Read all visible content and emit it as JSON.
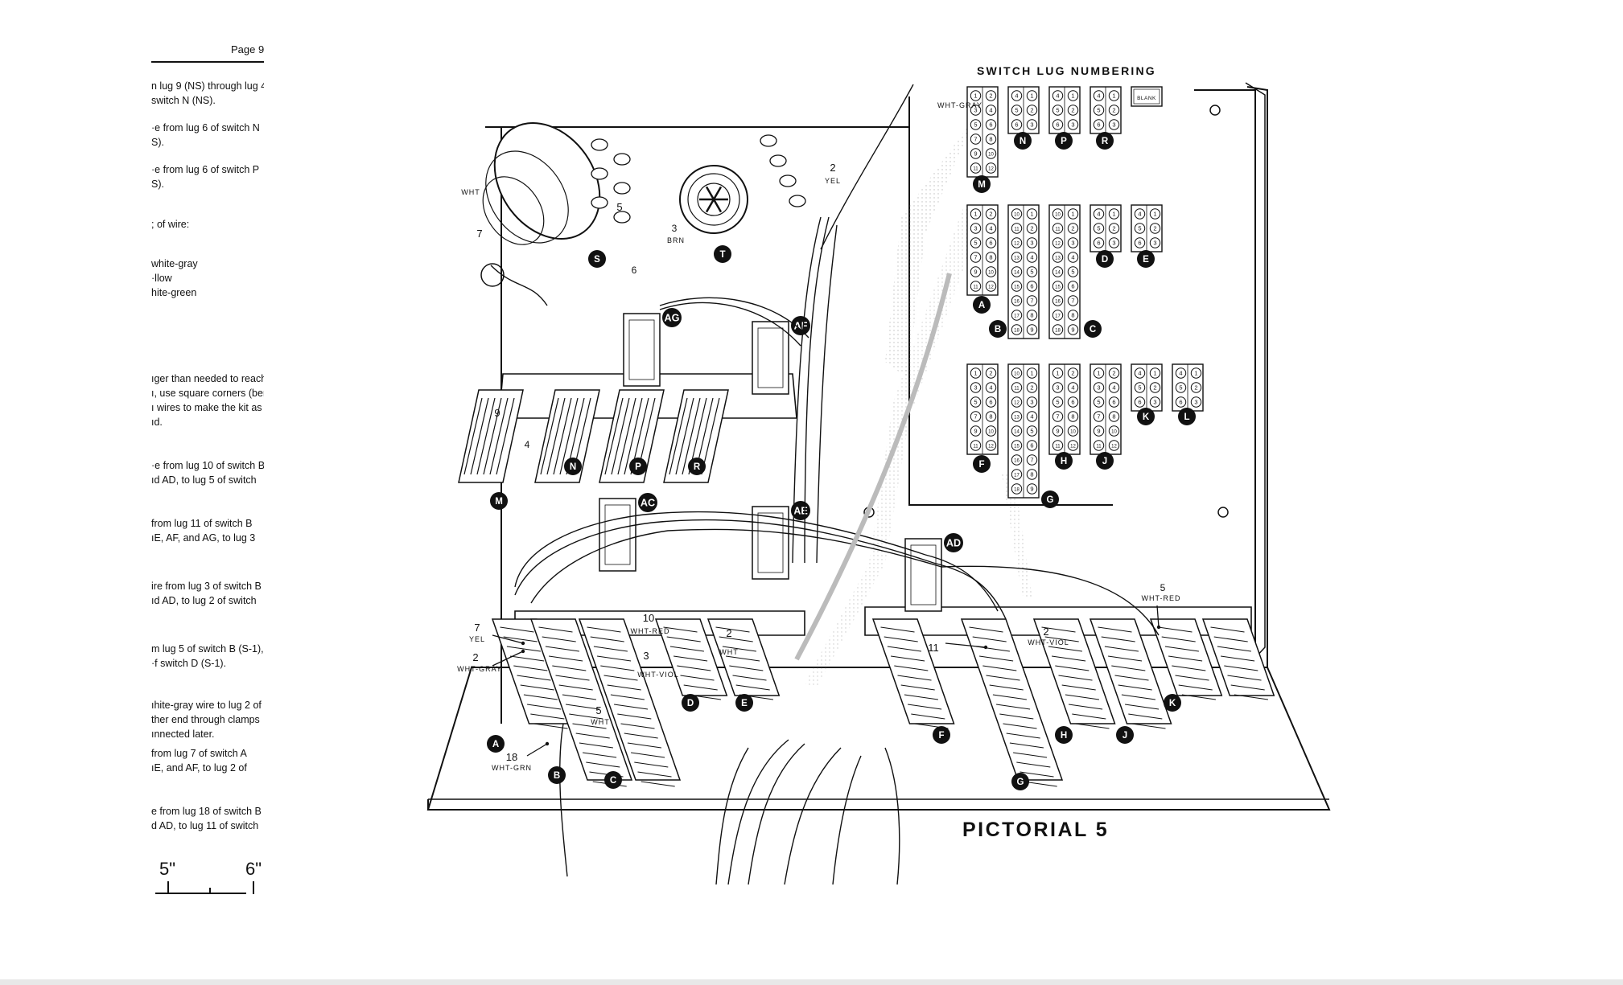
{
  "header": {
    "page_label": "Page 9"
  },
  "left_text": [
    {
      "id": "p1",
      "lines": [
        "n lug 9 (NS) through lug 4",
        "switch N (NS)."
      ]
    },
    {
      "id": "p2",
      "lines": [
        "·e from lug 6 of switch N",
        "S)."
      ]
    },
    {
      "id": "p3",
      "lines": [
        "·e from lug 6 of switch P",
        "S)."
      ]
    },
    {
      "id": "p4",
      "lines": [
        "; of wire:"
      ]
    },
    {
      "id": "p5",
      "lines": [
        "white-gray",
        "·llow",
        "hite-green"
      ]
    },
    {
      "id": "p6",
      "lines": [
        "ıger than needed to reach",
        "ı, use square corners (bent",
        "ı wires to make the kit as",
        "ıd."
      ]
    },
    {
      "id": "p7",
      "lines": [
        "·e from lug 10 of switch B",
        "ıd AD, to lug 5 of switch"
      ]
    },
    {
      "id": "p8",
      "lines": [
        "from lug 11 of switch B",
        "ıE, AF, and AG, to lug 3"
      ]
    },
    {
      "id": "p9",
      "lines": [
        "ire from lug 3 of switch B",
        "ıd AD, to lug 2 of switch"
      ]
    },
    {
      "id": "p10",
      "lines": [
        "m lug 5 of switch B (S-1),",
        "·f switch D (S-1)."
      ]
    },
    {
      "id": "p11",
      "lines": [
        "ıhite-gray wire to lug 2 of",
        "ther end through clamps",
        "ınnected later."
      ]
    },
    {
      "id": "p12",
      "lines": [
        "from lug 7 of switch A",
        "ıE, and AF, to lug 2 of"
      ]
    },
    {
      "id": "p13",
      "lines": [
        "e from lug 18 of switch B",
        "d AD, to lug 11 of switch"
      ]
    }
  ],
  "ruler": {
    "left_label": "5\"",
    "right_label": "6\""
  },
  "figure": {
    "lug_title": "SWITCH LUG NUMBERING",
    "caption": "PICTORIAL 5",
    "blank_label": "BLANK",
    "lug_groups": [
      {
        "letter": "M",
        "cols": [
          [
            "1",
            "3",
            "5",
            "7",
            "9",
            "11"
          ],
          [
            "2",
            "4",
            "6",
            "8",
            "10",
            "12"
          ]
        ]
      },
      {
        "letter": "N",
        "cols": [
          [
            "4",
            "5",
            "6"
          ],
          [
            "1",
            "2",
            "3"
          ]
        ]
      },
      {
        "letter": "P",
        "cols": [
          [
            "4",
            "5",
            "6"
          ],
          [
            "1",
            "2",
            "3"
          ]
        ]
      },
      {
        "letter": "R",
        "cols": [
          [
            "4",
            "5",
            "6"
          ],
          [
            "1",
            "2",
            "3"
          ]
        ]
      },
      {
        "letter": "A",
        "cols": [
          [
            "1",
            "3",
            "5",
            "7",
            "9",
            "11"
          ],
          [
            "2",
            "4",
            "6",
            "8",
            "10",
            "12"
          ]
        ]
      },
      {
        "letter": "B",
        "cols": [
          [
            "10",
            "11",
            "12",
            "13",
            "14",
            "15",
            "16",
            "17",
            "18"
          ],
          [
            "1",
            "2",
            "3",
            "4",
            "5",
            "6",
            "7",
            "8",
            "9"
          ]
        ]
      },
      {
        "letter": "C",
        "cols": [
          [
            "10",
            "11",
            "12",
            "13",
            "14",
            "15",
            "16",
            "17",
            "18"
          ],
          [
            "1",
            "2",
            "3",
            "4",
            "5",
            "6",
            "7",
            "8",
            "9"
          ]
        ]
      },
      {
        "letter": "D",
        "cols": [
          [
            "4",
            "5",
            "6"
          ],
          [
            "1",
            "2",
            "3"
          ]
        ]
      },
      {
        "letter": "E",
        "cols": [
          [
            "4",
            "5",
            "6"
          ],
          [
            "1",
            "2",
            "3"
          ]
        ]
      },
      {
        "letter": "F",
        "cols": [
          [
            "1",
            "3",
            "5",
            "7",
            "9",
            "11"
          ],
          [
            "2",
            "4",
            "6",
            "8",
            "10",
            "12"
          ]
        ]
      },
      {
        "letter": "G",
        "cols": [
          [
            "10",
            "11",
            "12",
            "13",
            "14",
            "15",
            "16",
            "17",
            "18"
          ],
          [
            "1",
            "2",
            "3",
            "4",
            "5",
            "6",
            "7",
            "8",
            "9"
          ]
        ]
      },
      {
        "letter": "H",
        "cols": [
          [
            "1",
            "3",
            "5",
            "7",
            "9",
            "11"
          ],
          [
            "2",
            "4",
            "6",
            "8",
            "10",
            "12"
          ]
        ]
      },
      {
        "letter": "J",
        "cols": [
          [
            "1",
            "3",
            "5",
            "7",
            "9",
            "11"
          ],
          [
            "2",
            "4",
            "6",
            "8",
            "10",
            "12"
          ]
        ]
      },
      {
        "letter": "K",
        "cols": [
          [
            "4",
            "5",
            "6"
          ],
          [
            "1",
            "2",
            "3"
          ]
        ]
      },
      {
        "letter": "L",
        "cols": [
          [
            "4",
            "5",
            "6"
          ],
          [
            "1",
            "2",
            "3"
          ]
        ]
      }
    ],
    "wire_labels": [
      "WHT-GRAY",
      "WHT",
      "7",
      "5",
      "6",
      "3",
      "BRN",
      "2",
      "YEL",
      "9",
      "4",
      "10",
      "WHT-RED",
      "WHT-VIOL",
      "18",
      "WHT-GRN",
      "11",
      "WHT-RED",
      "5"
    ],
    "clamps": [
      "AG",
      "AF",
      "AC",
      "AE",
      "AD"
    ],
    "panel_switches": [
      "S",
      "T",
      "M",
      "N",
      "P",
      "R",
      "A",
      "B",
      "C",
      "D",
      "E",
      "F",
      "G",
      "H",
      "J",
      "K"
    ]
  }
}
